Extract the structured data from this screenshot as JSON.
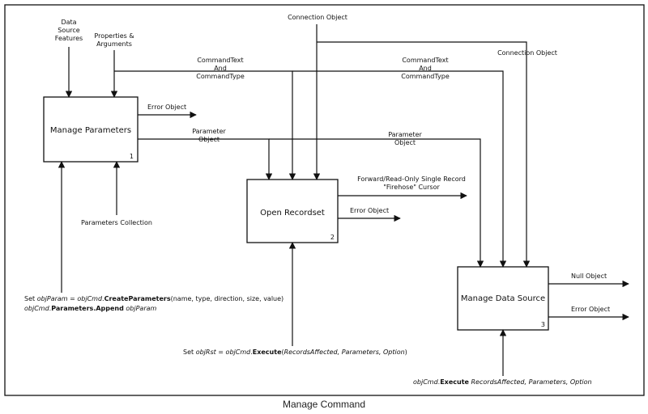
{
  "caption": "Manage Command",
  "processes": {
    "manage_parameters": {
      "label": "Manage Parameters",
      "number": "1"
    },
    "open_recordset": {
      "label": "Open Recordset",
      "number": "2"
    },
    "manage_data_source": {
      "label": "Manage Data Source",
      "number": "3"
    }
  },
  "flows": {
    "data_source_features": [
      "Data",
      "Source",
      "Features"
    ],
    "properties_arguments": [
      "Properties &",
      "Arguments"
    ],
    "connection_object_top": "Connection Object",
    "connection_object_right": "Connection Object",
    "commandtext_left": [
      "CommandText",
      "And",
      "CommandType"
    ],
    "commandtext_right": [
      "CommandText",
      "And",
      "CommandType"
    ],
    "error_object_1": "Error Object",
    "parameter_object_1": [
      "Parameter",
      "Object"
    ],
    "parameter_object_2": [
      "Parameter",
      "Object"
    ],
    "forward_readonly": [
      "Forward/Read-Only Single Record",
      "\"Firehose\" Cursor"
    ],
    "error_object_2": "Error Object",
    "parameters_collection": "Parameters Collection",
    "null_object": "Null Object",
    "error_object_3": "Error Object"
  },
  "code": {
    "create_params": {
      "p1": "Set ",
      "p2": "objParam",
      "p3": " = ",
      "p4": "objCmd",
      "p5": ".",
      "p6": "CreateParameters",
      "p7": "(name, type, direction, size, value)"
    },
    "append_params": {
      "p1": "objCmd",
      "p2": ".",
      "p3": "Parameters.Append",
      "p4": " ",
      "p5": "objParam"
    },
    "execute_recordset": {
      "p1": "Set ",
      "p2": "objRst",
      "p3": " = ",
      "p4": "objCmd",
      "p5": ".",
      "p6": "Execute",
      "p7": "(",
      "p8": "RecordsAffected, Parameters, Option",
      "p9": ")"
    },
    "execute_source": {
      "p1": "objCmd",
      "p2": ".",
      "p3": "Execute",
      "p4": " ",
      "p5": "RecordsAffected, Parameters, Option"
    }
  }
}
